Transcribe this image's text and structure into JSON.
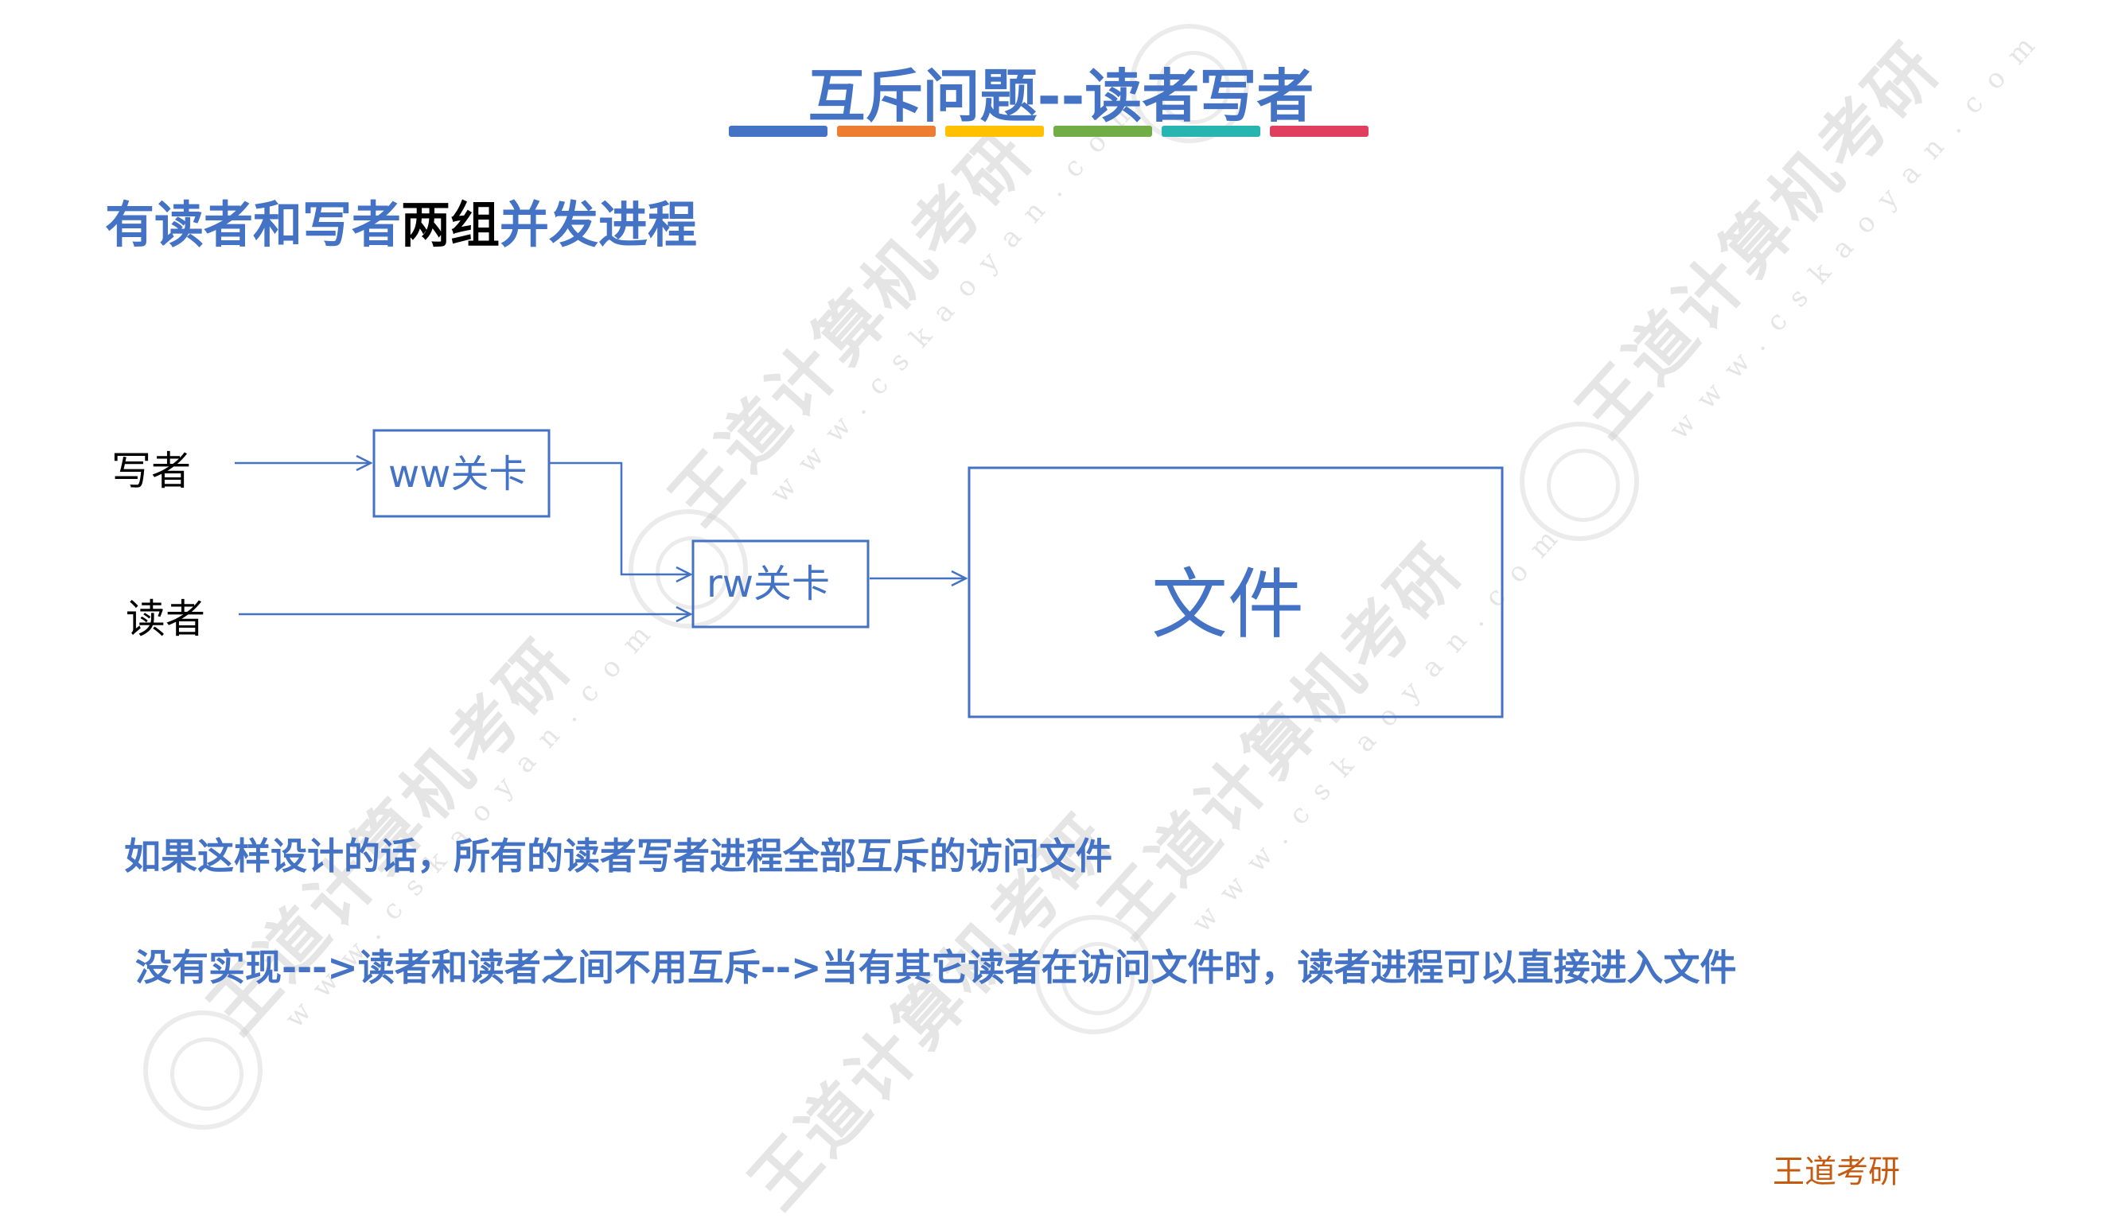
{
  "title": "互斥问题--读者写者",
  "title_bar_colors": [
    "#4472C4",
    "#ED7D31",
    "#FFC000",
    "#70AD47",
    "#26B5B0",
    "#E0405E"
  ],
  "subtitle": {
    "part1": "有读者和写者",
    "part2": "两组",
    "part3": "并发进程"
  },
  "diagram": {
    "writer_label": "写者",
    "reader_label": "读者",
    "ww_gate": "ww关卡",
    "rw_gate": "rw关卡",
    "file": "文件"
  },
  "description_1": "如果这样设计的话，所有的读者写者进程全部互斥的访问文件",
  "description_2": "没有实现--->读者和读者之间不用互斥-->当有其它读者在访问文件时，读者进程可以直接进入文件",
  "brand": "王道考研",
  "watermark": {
    "text": "王道计算机考研",
    "url": "www.cskaoyan.com"
  },
  "accent_color": "#4472C4",
  "brand_color": "#C55A11"
}
